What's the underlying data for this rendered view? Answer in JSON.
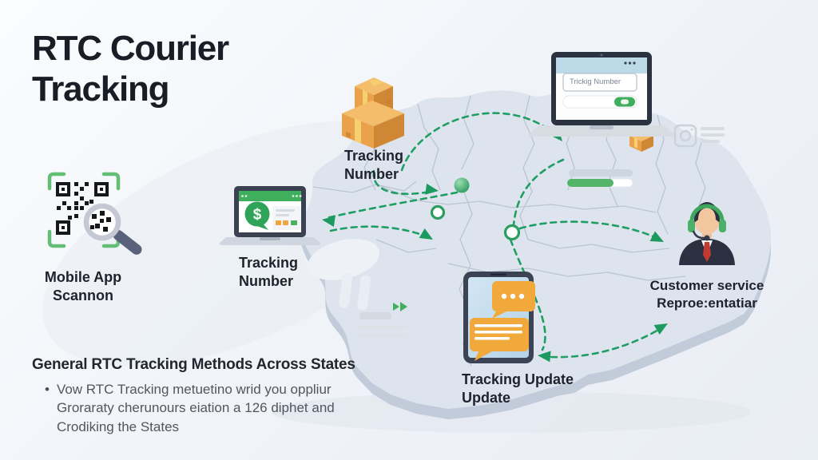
{
  "title": "RTC Courier Tracking",
  "nodes": {
    "scanner": {
      "label_line1": "Mobile App",
      "label_line2": "Scannon"
    },
    "packages": {
      "label_line1": "Tracking",
      "label_line2": "Number"
    },
    "tracking_laptop": {
      "label_line1": "Tracking",
      "label_line2": "Number",
      "screen_symbol": "$"
    },
    "search_laptop": {
      "input_value": "Trickig Number"
    },
    "phone": {
      "label_line1": "Tracking Update",
      "label_line2": "Update"
    },
    "agent": {
      "label_line1": "Customer service",
      "label_line2": "Reproe:entatiar"
    }
  },
  "footer": {
    "heading": "General RTC Tracking Methods Across States",
    "bullet_marker": "•",
    "bullet_lines": [
      "Vow RTC Tracking metuetino wrid you oppliur",
      "Groraraty cherunours eiation a 126 diphet and",
      "Crodiking the States"
    ]
  },
  "colors": {
    "arrow_green": "#1f9e63",
    "accent_green": "#3fae5d",
    "package_orange": "#e9a24a",
    "bubble_orange": "#f2a93c",
    "map_fill": "#dde4ee",
    "map_side": "#c2cbd9",
    "map_border": "#b7c1cf",
    "suit_dark": "#2b3140",
    "tie_red": "#c13b32",
    "title_dark": "#191d26"
  }
}
